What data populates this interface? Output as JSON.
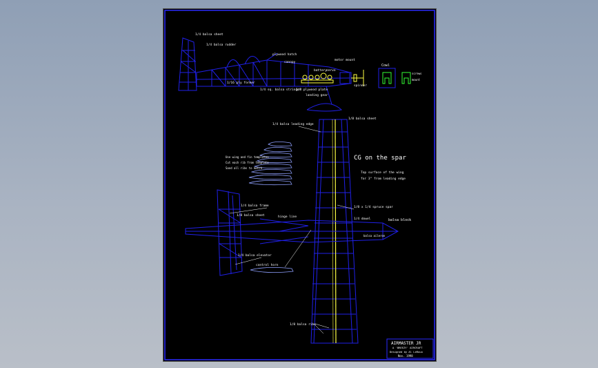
{
  "drawing": {
    "cg_note": "CG on the spar",
    "sheeting_note_1": "Top surface of the wing",
    "sheeting_note_2": "for 3\" from leading edge",
    "cowl_label": "Cowl",
    "cowl_side_note_1": "screws",
    "cowl_side_note_2": "mount",
    "rib_note_1": "Use wing and fin templates",
    "rib_note_2": "Cut each rib from template",
    "rib_note_3": "Sand all ribs to match",
    "fuse_labels": {
      "fin": "1/4 balsa sheet",
      "rudder": "1/4 balsa rudder",
      "canopy": "canopy",
      "hatch": "plywood hatch",
      "stab": "1/16 ply former",
      "motor": "motor mount",
      "gear": "landing gear",
      "bottom": "1/4 sq. balsa stringer",
      "servo": "servo",
      "plywood": "1/8 plywood plate",
      "spinner": "spinner",
      "battery": "battery"
    },
    "plan_labels": {
      "le": "1/4 balsa leading edge",
      "te": "1/8 balsa sheet",
      "hstab": "1/4 balsa frame",
      "elev": "1/4 balsa elevator",
      "spar": "1/8 x 1/4 spruce spar",
      "fuse_top": "1/8 balsa sheet",
      "dowel": "1/4 dowel",
      "aileron": "balsa aileron",
      "nose": "balsa block",
      "hinge": "hinge line",
      "horn": "control horn",
      "wingtip": "1/8 balsa ribs"
    },
    "title_block": {
      "title": "AIRMASTER JR",
      "subtitle": "A 'BREEZY' AIRCRAFT",
      "designer": "Designed by Al LeRoux",
      "date": "Nov. 1998"
    }
  },
  "colors": {
    "background": "#000000",
    "lines": "#1f1fe0",
    "text": "#ffffff",
    "spar": "#ffff44",
    "cowl": "#33ff33",
    "border": "#2a2aff"
  }
}
